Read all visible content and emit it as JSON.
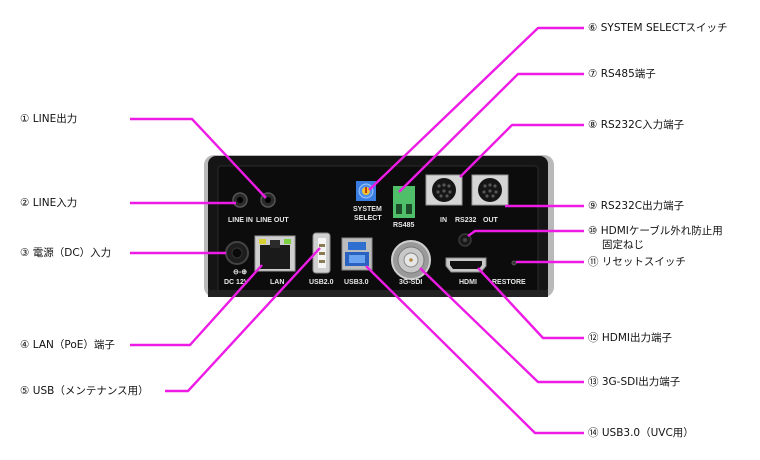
{
  "diagram": {
    "title": "",
    "line_color": "#ee1be6",
    "device_labels": {
      "line_in": "LINE IN",
      "line_out": "LINE OUT",
      "dc": "DC 12V",
      "lan": "LAN",
      "usb2": "USB2.0",
      "usb3": "USB3.0",
      "system_select_1": "SYSTEM",
      "system_select_2": "SELECT",
      "rs485": "RS485",
      "in": "IN",
      "rs232": "RS232",
      "out": "OUT",
      "sdi": "3G-SDI",
      "hdmi": "HDMI",
      "restore": "RESTORE"
    },
    "callouts_left": [
      {
        "num": "①",
        "text": "LINE出力"
      },
      {
        "num": "②",
        "text": "LINE入力"
      },
      {
        "num": "③",
        "text": "電源（DC）入力"
      },
      {
        "num": "④",
        "text": "LAN（PoE）端子"
      },
      {
        "num": "⑤",
        "text": "USB（メンテナンス用）"
      }
    ],
    "callouts_right": [
      {
        "num": "⑥",
        "text": "SYSTEM SELECTスイッチ"
      },
      {
        "num": "⑦",
        "text": "RS485端子"
      },
      {
        "num": "⑧",
        "text": "RS232C入力端子"
      },
      {
        "num": "⑨",
        "text": "RS232C出力端子"
      },
      {
        "num": "⑩",
        "text": "HDMIケーブル外れ防止用",
        "text2": "固定ねじ"
      },
      {
        "num": "⑪",
        "text": "リセットスイッチ"
      },
      {
        "num": "⑫",
        "text": "HDMI出力端子"
      },
      {
        "num": "⑬",
        "text": "3G-SDI出力端子"
      },
      {
        "num": "⑭",
        "text": "USB3.0（UVC用）"
      }
    ]
  }
}
